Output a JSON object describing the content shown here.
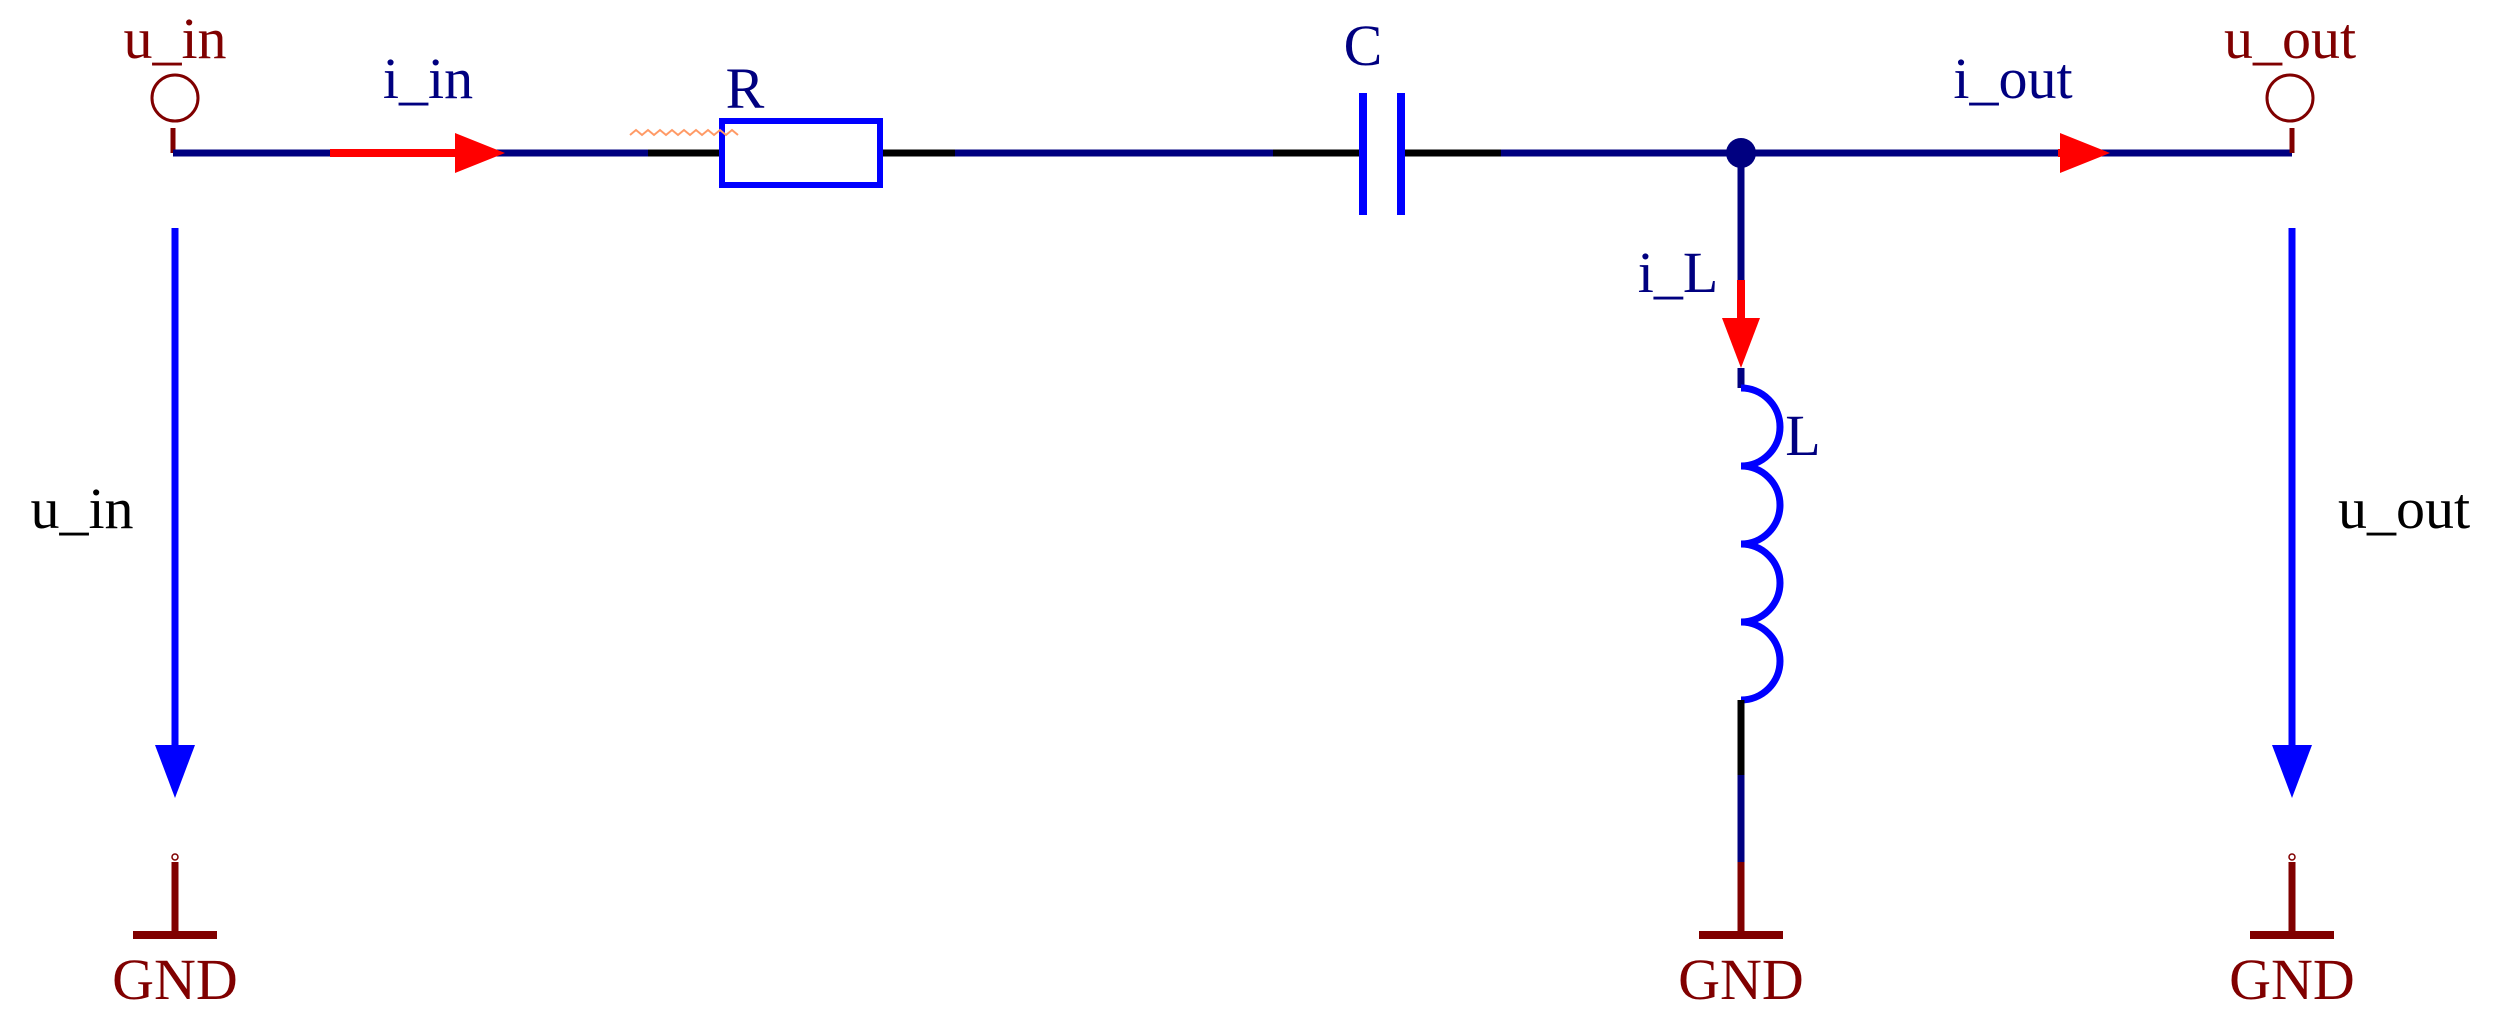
{
  "diagram": {
    "ports": {
      "input": "u_in",
      "output": "u_out"
    },
    "currents": {
      "input": "i_in",
      "output": "i_out",
      "inductor": "i_L"
    },
    "components": {
      "resistor": "R",
      "capacitor": "C",
      "inductor": "L"
    },
    "voltages": {
      "input": "u_in",
      "output": "u_out"
    },
    "grounds": {
      "input": "GND",
      "inductor": "GND",
      "output": "GND"
    }
  },
  "colors": {
    "wire": "#000080",
    "component": "#0000ff",
    "current_arrow": "#ff0000",
    "port": "#800000",
    "ground": "#800000",
    "voltage_arrow": "#0000ff",
    "stub": "#000000"
  }
}
